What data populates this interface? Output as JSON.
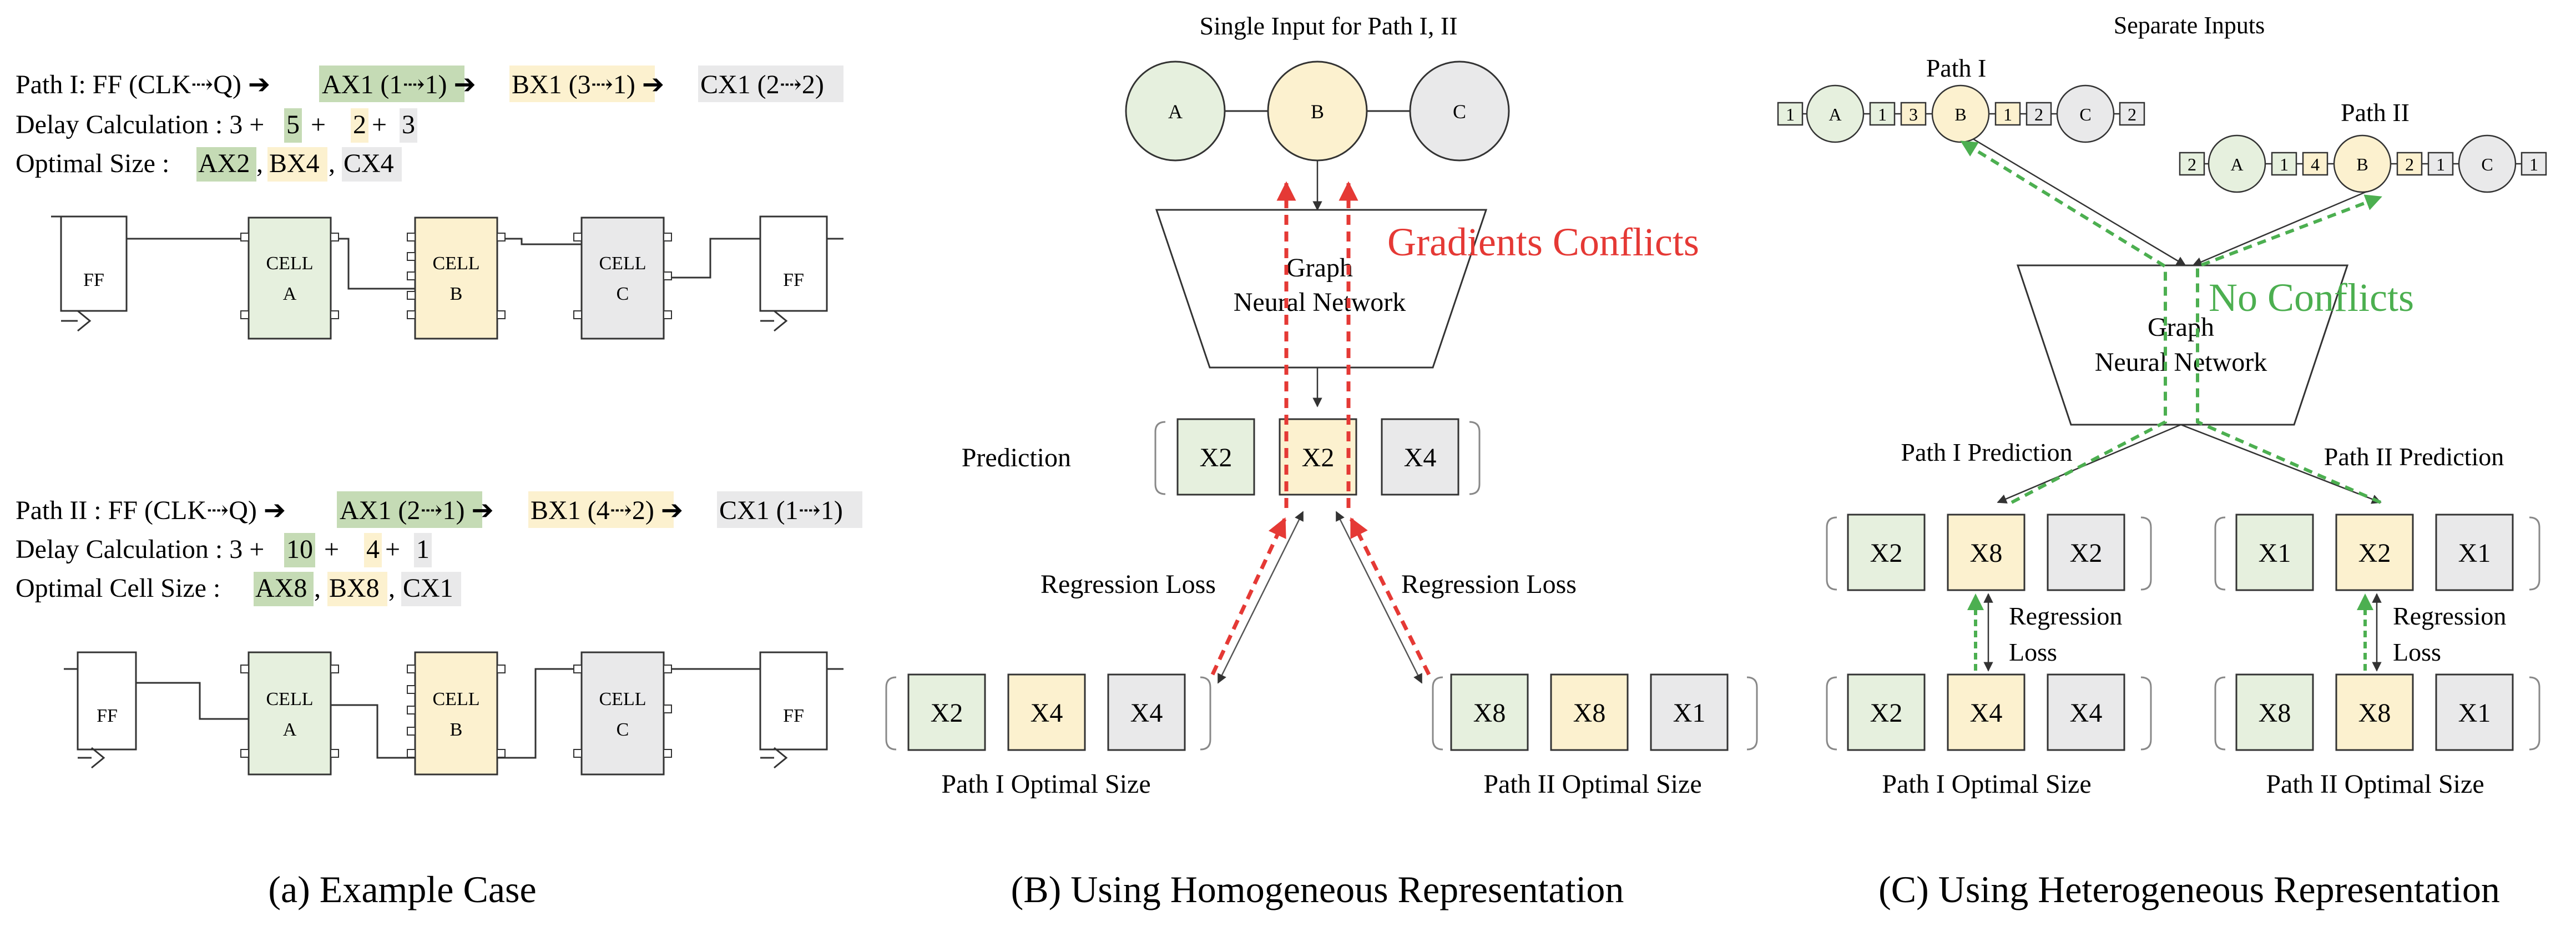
{
  "colors": {
    "green": "#e6f0de",
    "green_hl": "#c5dbb5",
    "yellow": "#fcf1cf",
    "gray": "#e9e9ea",
    "red": "#e53935",
    "greenArrow": "#4caf50",
    "stroke": "#333333"
  },
  "panel_a": {
    "caption": "(a) Example Case",
    "path1": {
      "prefix": "Path I: FF (CLK⇢Q) ➔ ",
      "ax": "AX1 (1⇢1)",
      "bx": "BX1 (3⇢1)",
      "cx": "CX1 (2⇢2)",
      "arrow": " ➔ ",
      "delay_label": "Delay Calculation : 3 + ",
      "delay_terms": [
        "5",
        "2",
        "3"
      ],
      "plus": " + ",
      "size_label": "Optimal Size : ",
      "sizes": [
        "AX2",
        "BX4",
        "CX4"
      ],
      "sep": ", "
    },
    "path2": {
      "prefix": "Path II : FF (CLK⇢Q) ➔ ",
      "ax": "AX1 (2⇢1)",
      "bx": "BX1 (4⇢2)",
      "cx": "CX1 (1⇢1)",
      "arrow": " ➔ ",
      "delay_label": "Delay Calculation : 3 + ",
      "delay_terms": [
        "10",
        "4",
        "1"
      ],
      "plus": " + ",
      "size_label": "Optimal Cell Size : ",
      "sizes": [
        "AX8",
        "BX8",
        "CX1"
      ],
      "sep": ", "
    },
    "circuit": {
      "ff": "FF",
      "cell_word": "CELL",
      "cells": [
        "A",
        "B",
        "C"
      ]
    }
  },
  "panel_b": {
    "caption": "(B) Using Homogeneous Representation",
    "title": "Single Input for Path I, II",
    "nodes": [
      "A",
      "B",
      "C"
    ],
    "gnn": [
      "Graph",
      "Neural Network"
    ],
    "conflict": "Gradients Conflicts",
    "prediction_label": "Prediction",
    "prediction": [
      "X2",
      "X2",
      "X4"
    ],
    "loss_left": "Regression Loss",
    "loss_right": "Regression Loss",
    "opt1": [
      "X2",
      "X4",
      "X4"
    ],
    "opt2": [
      "X8",
      "X8",
      "X1"
    ],
    "opt1_label": "Path I Optimal Size",
    "opt2_label": "Path II Optimal Size"
  },
  "panel_c": {
    "caption": "(C) Using Heterogeneous Representation",
    "title": "Separate Inputs",
    "path1_label": "Path I",
    "path2_label": "Path II",
    "seq1": [
      "1",
      "A",
      "1",
      "3",
      "B",
      "1",
      "2",
      "C",
      "2"
    ],
    "seq2": [
      "2",
      "A",
      "1",
      "4",
      "B",
      "2",
      "1",
      "C",
      "1"
    ],
    "gnn": [
      "Graph",
      "Neural Network"
    ],
    "noconf": "No Conflicts",
    "pred1_label": "Path I Prediction",
    "pred2_label": "Path II Prediction",
    "pred1": [
      "X2",
      "X8",
      "X2"
    ],
    "pred2": [
      "X1",
      "X2",
      "X1"
    ],
    "loss1": [
      "Regression",
      "Loss"
    ],
    "loss2": [
      "Regression",
      "Loss"
    ],
    "opt1": [
      "X2",
      "X4",
      "X4"
    ],
    "opt2": [
      "X8",
      "X8",
      "X1"
    ],
    "opt1_label": "Path I Optimal Size",
    "opt2_label": "Path II Optimal Size"
  }
}
